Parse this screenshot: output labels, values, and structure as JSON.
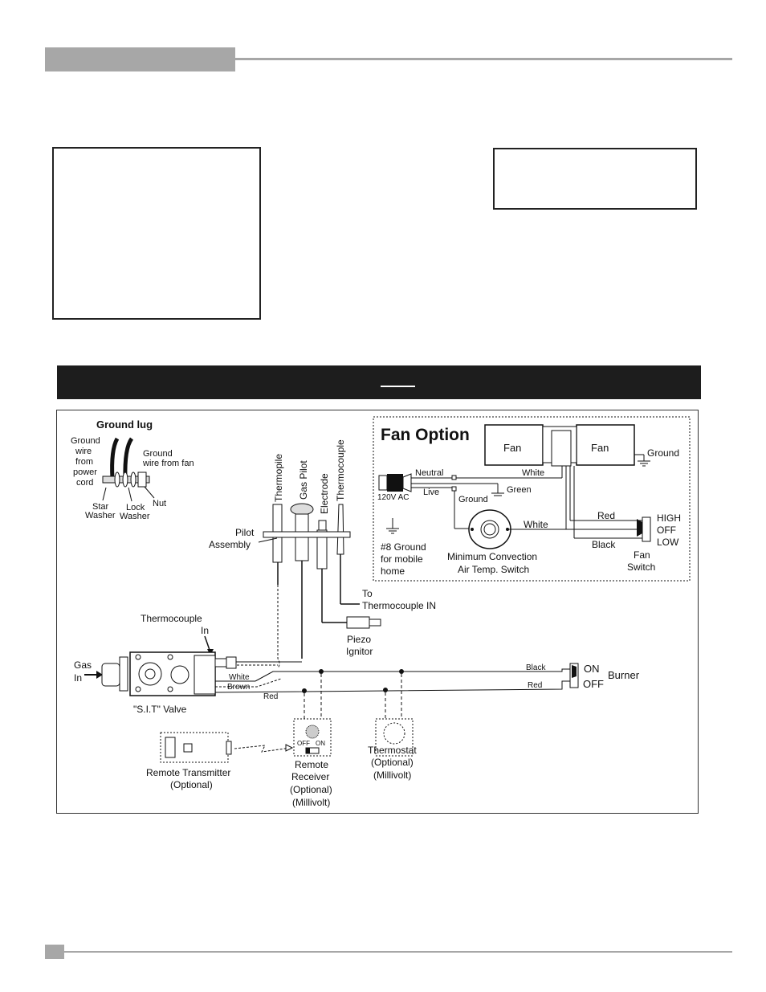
{
  "diagram": {
    "ground_lug": {
      "title": "Ground lug",
      "ground_wire_power_1": "Ground",
      "ground_wire_power_2": "wire",
      "ground_wire_power_3": "from",
      "ground_wire_power_4": "power",
      "ground_wire_power_5": "cord",
      "ground_wire_fan_1": "Ground",
      "ground_wire_fan_2": "wire from fan",
      "star_washer_1": "Star",
      "star_washer_2": "Washer",
      "lock_washer_1": "Lock",
      "lock_washer_2": "Washer",
      "nut": "Nut"
    },
    "pilot": {
      "thermopile": "Thermopile",
      "gas_pilot": "Gas Pilot",
      "electrode": "Electrode",
      "thermocouple": "Thermocouple",
      "assembly_1": "Pilot",
      "assembly_2": "Assembly",
      "to_tc_1": "To",
      "to_tc_2": "Thermocouple IN",
      "piezo_1": "Piezo",
      "piezo_2": "Ignitor"
    },
    "fan_option": {
      "title": "Fan Option",
      "fan_left": "Fan",
      "fan_right": "Fan",
      "ground_right": "Ground",
      "neutral": "Neutral",
      "white_top": "White",
      "green": "Green",
      "live": "Live",
      "ground_small": "Ground",
      "volts": "120V AC",
      "white_mid": "White",
      "red": "Red",
      "black": "Black",
      "high": "HIGH",
      "off": "OFF",
      "low": "LOW",
      "fan_switch_1": "Fan",
      "fan_switch_2": "Switch",
      "ground8_1": "#8 Ground",
      "ground8_2": "for mobile",
      "ground8_3": "home",
      "mcats_1": "Minimum Convection",
      "mcats_2": "Air Temp. Switch"
    },
    "valve": {
      "thermocouple_in_1": "Thermocouple",
      "thermocouple_in_2": "In",
      "gas_in_1": "Gas",
      "gas_in_2": "In",
      "white": "White",
      "brown": "Brown",
      "red": "Red",
      "name": "\"S.I.T\" Valve"
    },
    "burner": {
      "black": "Black",
      "red": "Red",
      "on": "ON",
      "off": "OFF",
      "label": "Burner"
    },
    "remote_transmitter": {
      "label_1": "Remote Transmitter",
      "label_2": "(Optional)"
    },
    "remote_receiver": {
      "off": "OFF",
      "on": "ON",
      "label_1": "Remote",
      "label_2": "Receiver",
      "label_3": "(Optional)",
      "label_4": "(Millivolt)"
    },
    "thermostat": {
      "label_1": "Thermostat",
      "label_2": "(Optional)",
      "label_3": "(Millivolt)"
    }
  }
}
